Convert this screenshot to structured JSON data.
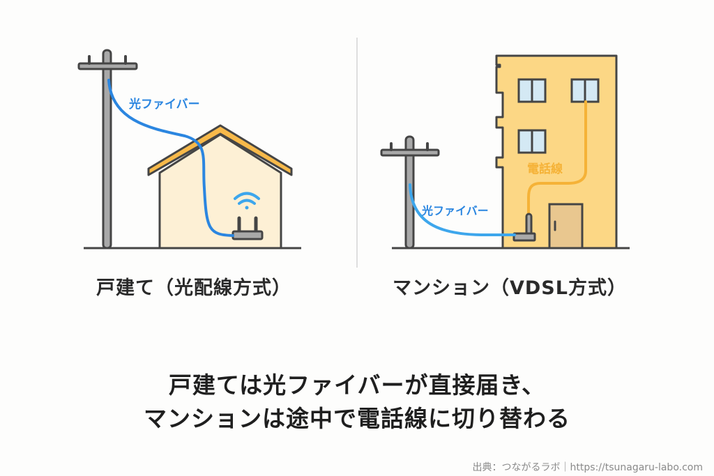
{
  "panels": {
    "left": {
      "caption": "戸建て（光配線方式）",
      "fiber_label": "光ファイバー",
      "elements": [
        "utility-pole",
        "house",
        "wifi-router",
        "fiber-cable"
      ]
    },
    "right": {
      "caption": "マンション（VDSL方式）",
      "fiber_label": "光ファイバー",
      "phone_line_label": "電話線",
      "elements": [
        "utility-pole",
        "apartment-building",
        "vdsl-device",
        "fiber-cable",
        "phone-line"
      ]
    }
  },
  "summary": {
    "line1": "戸建ては光ファイバーが直接届き、",
    "line2": "マンションは途中で電話線に切り替わる"
  },
  "source": "出典：つながるラボ｜https://tsunagaru-labo.com",
  "colors": {
    "fiber": "#2b86e0",
    "fiber_light": "#3da6ec",
    "phone_line": "#f5b237",
    "roof": "#f7b94a",
    "house_wall": "#fdf0d5",
    "building_wall": "#fcd785",
    "window": "#d4e9f4",
    "door": "#e9c78f",
    "outline": "#454545",
    "pole": "#a9a9a9",
    "divider": "#dddddd",
    "text": "#222222",
    "source_text": "#8a8a8a"
  }
}
